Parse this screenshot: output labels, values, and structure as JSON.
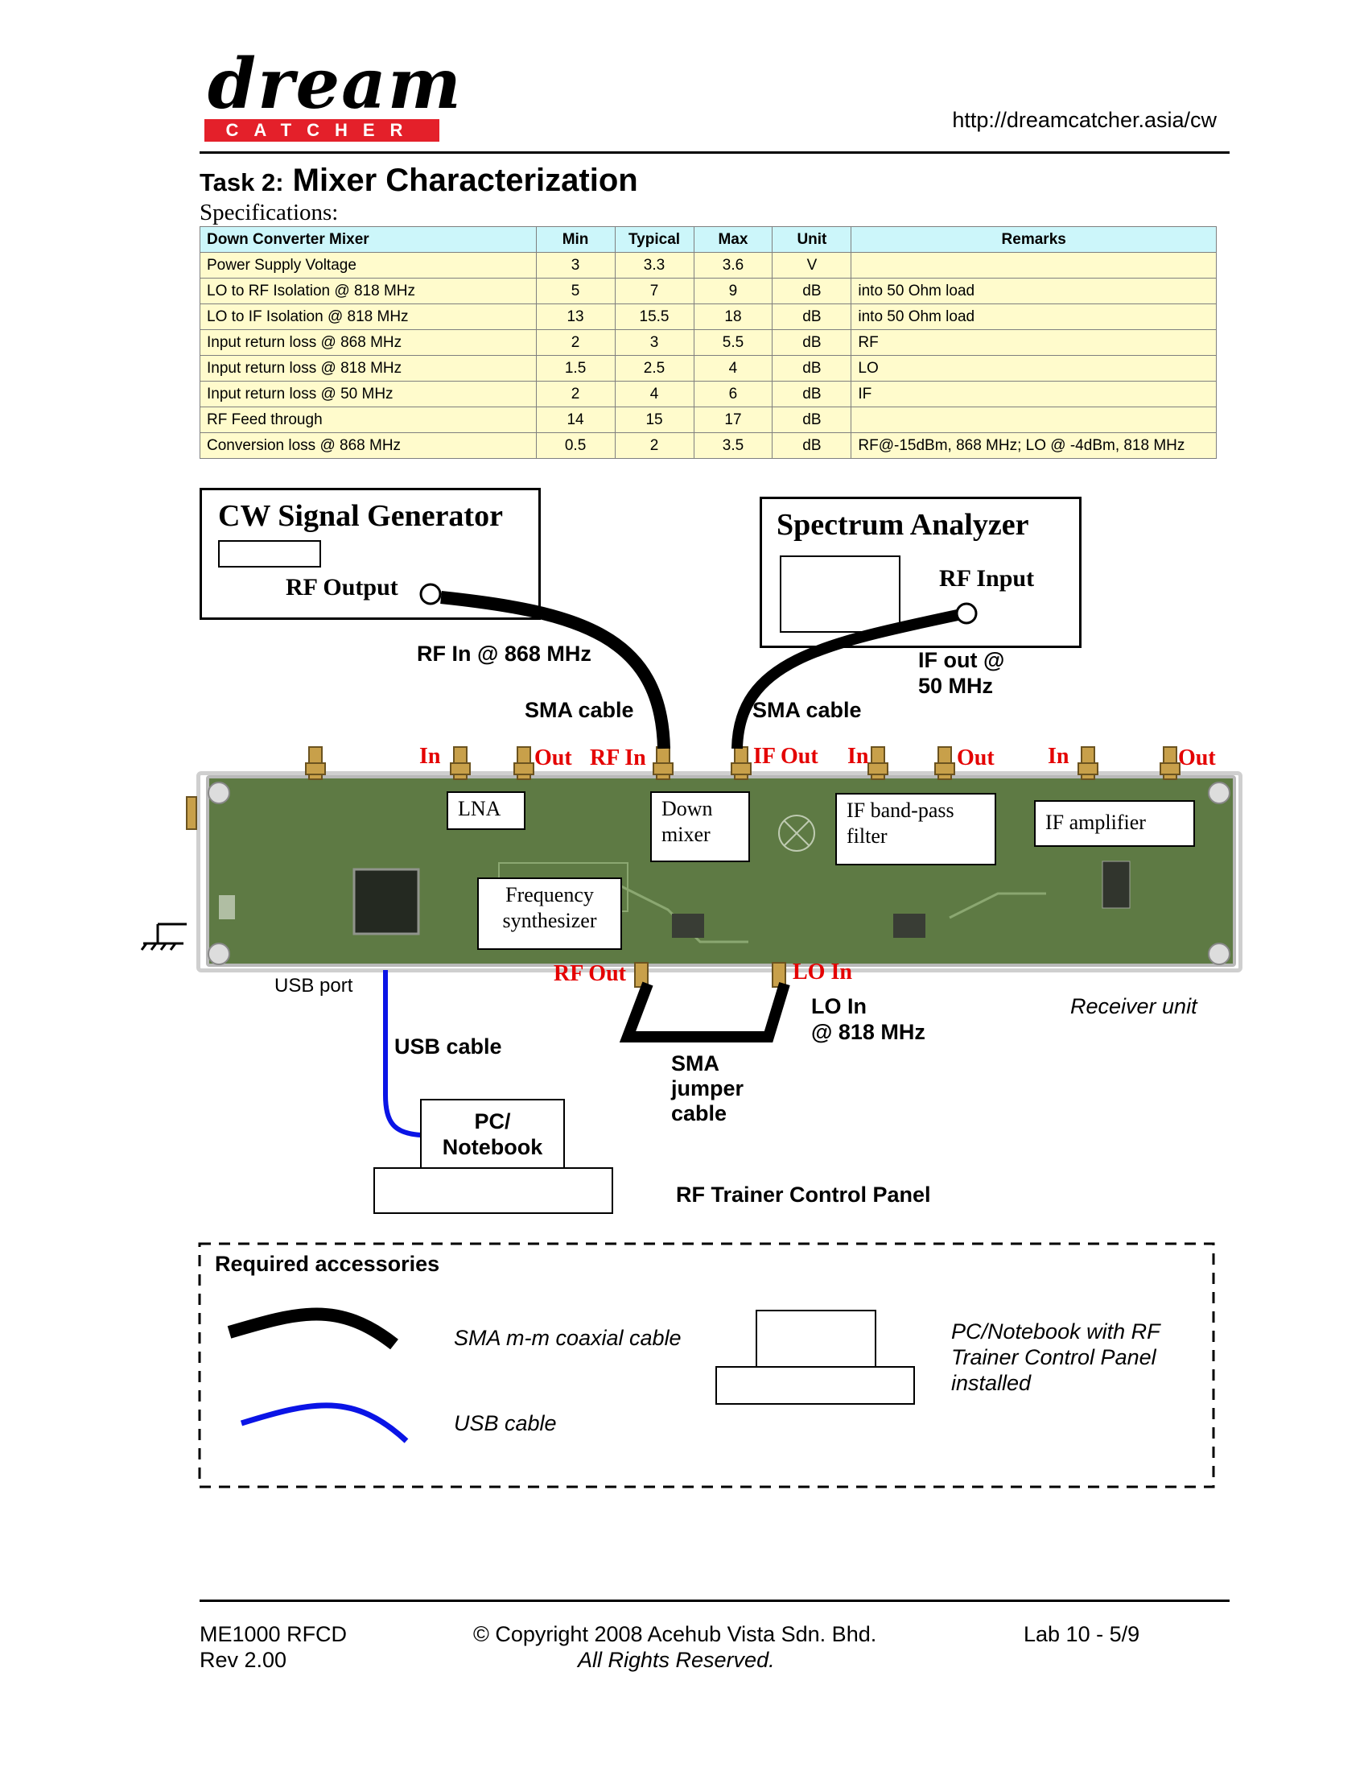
{
  "header": {
    "logo_top": "dream",
    "logo_bottom": "CATCHER",
    "url": "http://dreamcatcher.asia/cw"
  },
  "title": {
    "prefix": "Task 2:",
    "text": "Mixer Characterization"
  },
  "specifications_label": "Specifications:",
  "spec_table": {
    "headers": [
      "Down Converter Mixer",
      "Min",
      "Typical",
      "Max",
      "Unit",
      "Remarks"
    ],
    "rows": [
      [
        "Power Supply Voltage",
        "3",
        "3.3",
        "3.6",
        "V",
        ""
      ],
      [
        "LO to RF Isolation @ 818 MHz",
        "5",
        "7",
        "9",
        "dB",
        "into 50 Ohm load"
      ],
      [
        "LO to IF Isolation @ 818 MHz",
        "13",
        "15.5",
        "18",
        "dB",
        "into 50 Ohm load"
      ],
      [
        "Input return loss @ 868 MHz",
        "2",
        "3",
        "5.5",
        "dB",
        "RF"
      ],
      [
        "Input return loss @ 818 MHz",
        "1.5",
        "2.5",
        "4",
        "dB",
        "LO"
      ],
      [
        "Input return loss @ 50 MHz",
        "2",
        "4",
        "6",
        "dB",
        "IF"
      ],
      [
        "RF Feed through",
        "14",
        "15",
        "17",
        "dB",
        ""
      ],
      [
        "Conversion loss @ 868 MHz",
        "0.5",
        "2",
        "3.5",
        "dB",
        "RF@-15dBm, 868 MHz; LO @ -4dBm, 818 MHz"
      ]
    ]
  },
  "diagram": {
    "cw_generator": {
      "title": "CW Signal Generator",
      "port": "RF Output"
    },
    "spectrum_analyzer": {
      "title": "Spectrum Analyzer",
      "port": "RF Input"
    },
    "rf_in_label": "RF In @ 868 MHz",
    "if_out_label_1": "IF out @",
    "if_out_label_2": "50 MHz",
    "sma_cable_left": "SMA cable",
    "sma_cable_right": "SMA cable",
    "ports": {
      "lna_in": "In",
      "lna_out": "Out",
      "mixer_rf_in": "RF In",
      "mixer_if_out": "IF Out",
      "bpf_in": "In",
      "bpf_out": "Out",
      "amp_in": "In",
      "amp_out": "Out",
      "synth_rf_out": "RF Out",
      "mixer_lo_in": "LO In"
    },
    "modules": {
      "lna": "LNA",
      "down_mixer_1": "Down",
      "down_mixer_2": "mixer",
      "if_bpf_1": "IF band-pass",
      "if_bpf_2": "filter",
      "if_amp": "IF amplifier",
      "freq_synth_1": "Frequency",
      "freq_synth_2": "synthesizer"
    },
    "usb_port": "USB port",
    "usb_cable": "USB cable",
    "lo_in_1": "LO In",
    "lo_in_2": "@ 818 MHz",
    "receiver_unit": "Receiver unit",
    "sma_jumper_1": "SMA",
    "sma_jumper_2": "jumper",
    "sma_jumper_3": "cable",
    "pc_1": "PC/",
    "pc_2": "Notebook",
    "control_panel": "RF Trainer Control Panel"
  },
  "accessories": {
    "heading": "Required accessories",
    "sma_cable": "SMA m-m coaxial cable",
    "usb_cable": "USB cable",
    "pc_1": "PC/Notebook with RF",
    "pc_2": "Trainer Control Panel",
    "pc_3": "installed"
  },
  "footer": {
    "course": "ME1000 RFCD",
    "rev": "Rev 2.00",
    "copyright": "© Copyright 2008 Acehub Vista Sdn. Bhd.",
    "rights": "All Rights Reserved.",
    "page": "Lab 10 - 5/9"
  },
  "colors": {
    "logo_red": "#e4202a",
    "table_header": "#ccf6fa",
    "table_body": "#fffbcc",
    "port_label": "#e40000",
    "usb_cable": "#0a14e6",
    "pcb_green": "#5e7a44"
  }
}
